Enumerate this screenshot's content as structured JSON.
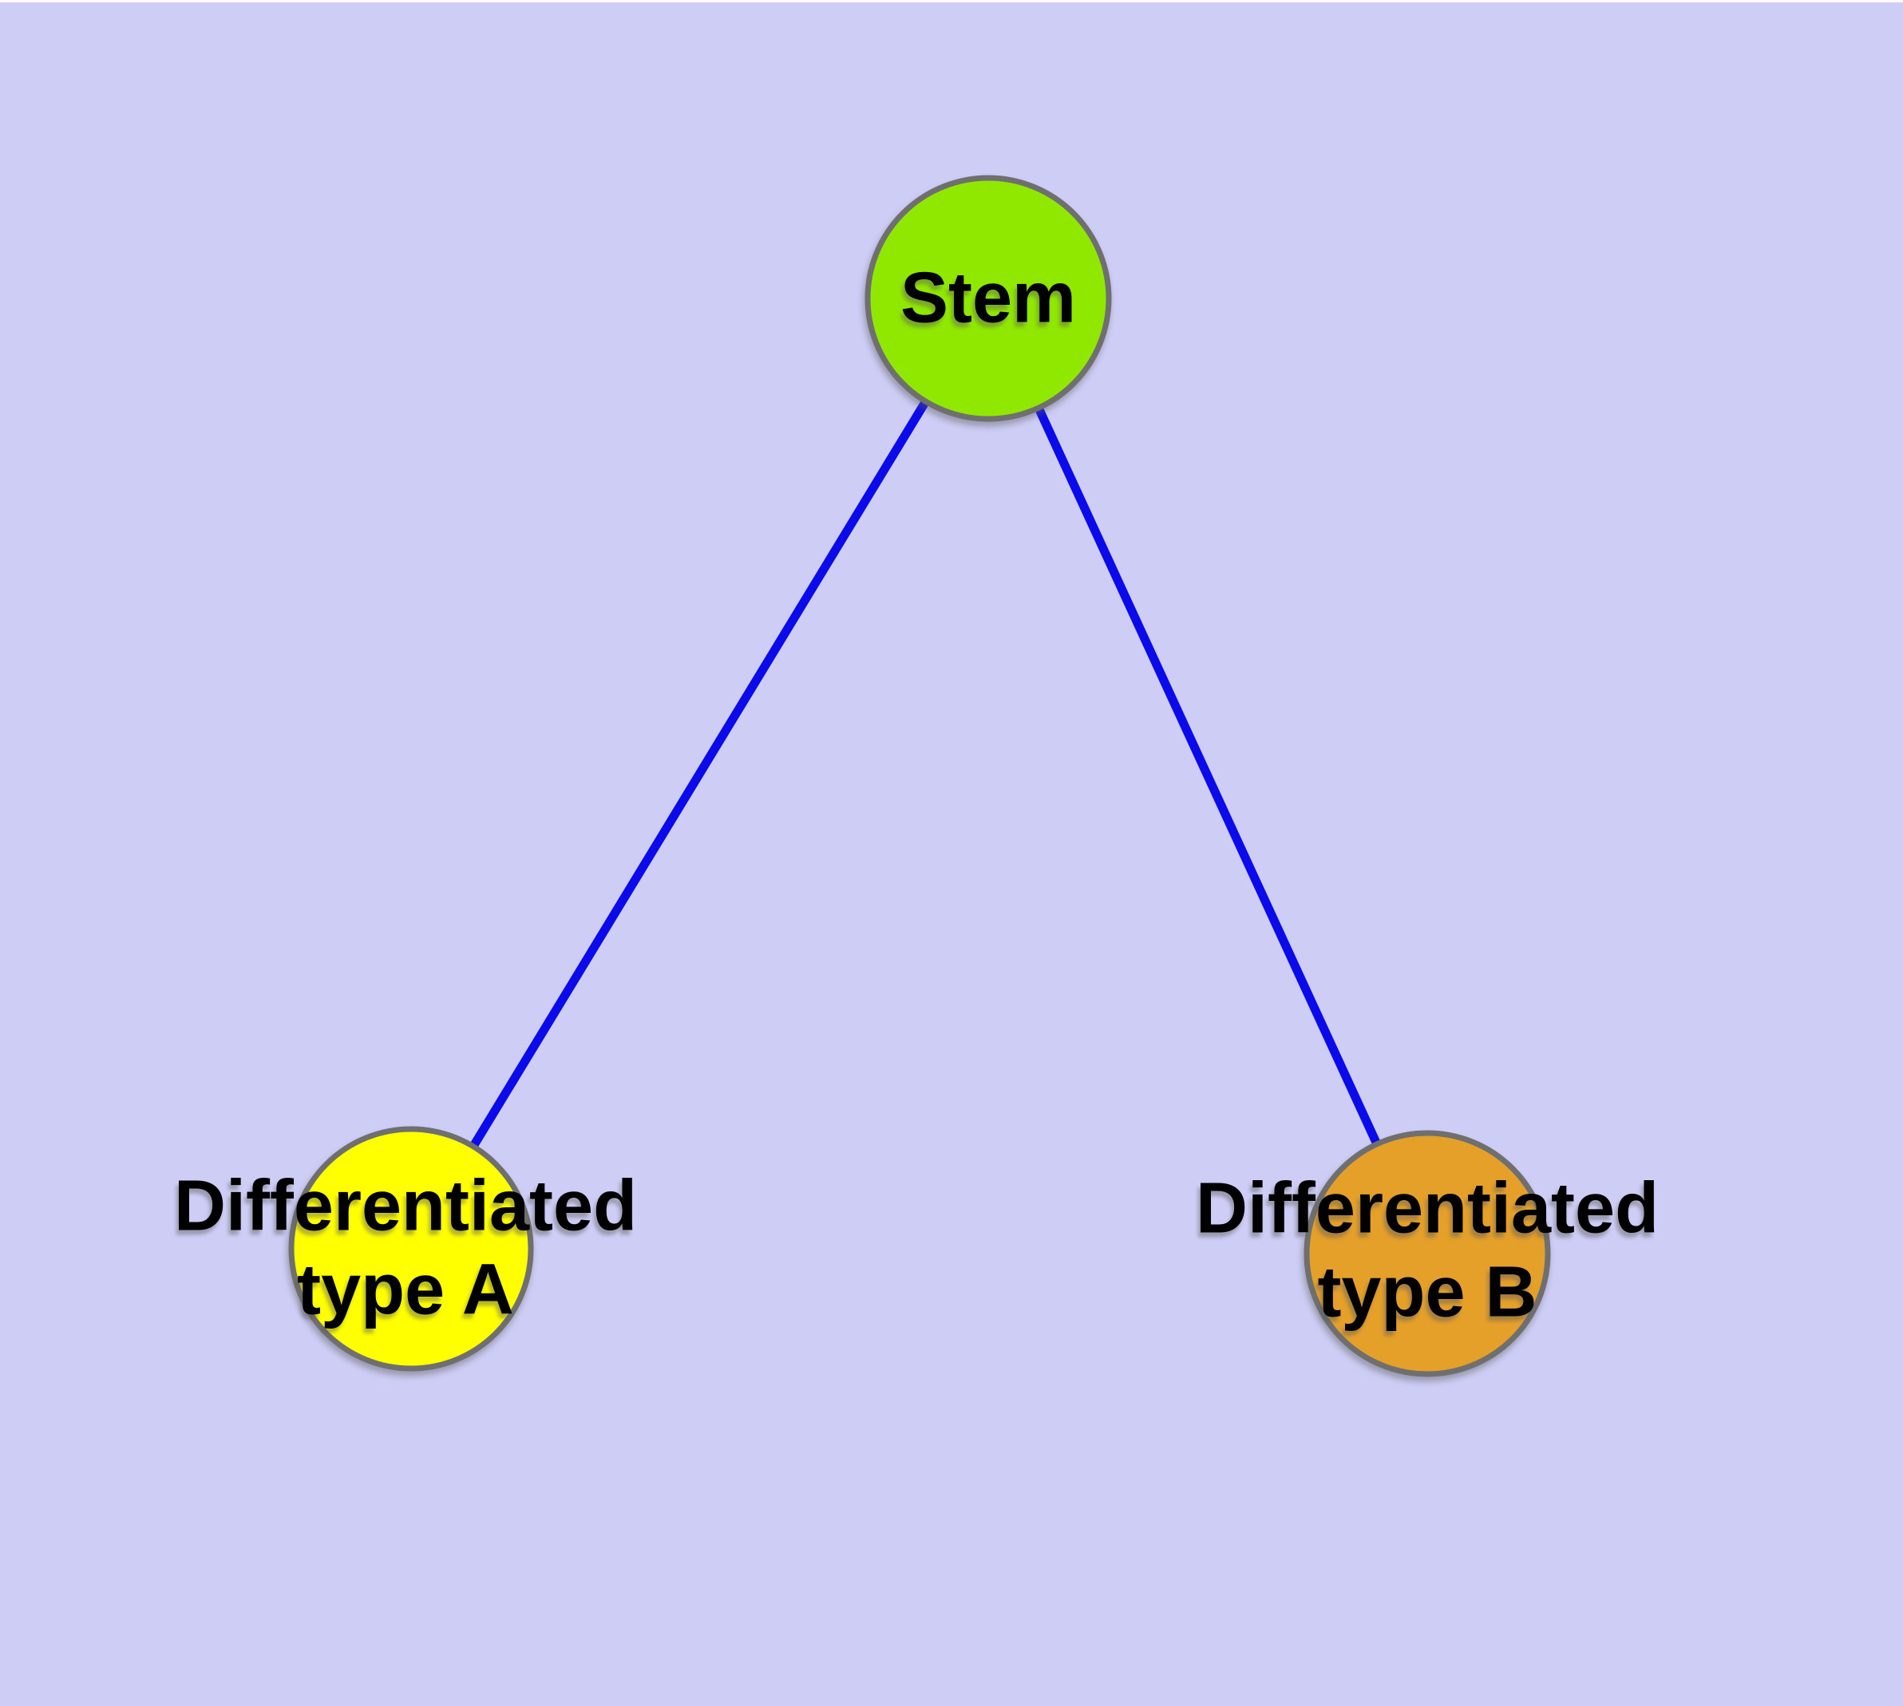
{
  "background": {
    "color": "#CDCDF6",
    "top_strip_color": "#FFFFFF"
  },
  "graph": {
    "nodes": {
      "stem": {
        "label": "Stem",
        "fill": "#90E800",
        "border": "#6F6F6F"
      },
      "type_a": {
        "label": "Differentiated\ntype A",
        "fill": "#FFFF00",
        "border": "#6F6F6F"
      },
      "type_b": {
        "label": "Differentiated\ntype B",
        "fill": "#E5A02A",
        "border": "#6F6F6F"
      }
    },
    "edges": {
      "color": "#0A0AEB",
      "list": [
        {
          "from": "Stem",
          "to": "Differentiated type A"
        },
        {
          "from": "Stem",
          "to": "Differentiated type B"
        }
      ]
    },
    "label_color": "#000000"
  }
}
